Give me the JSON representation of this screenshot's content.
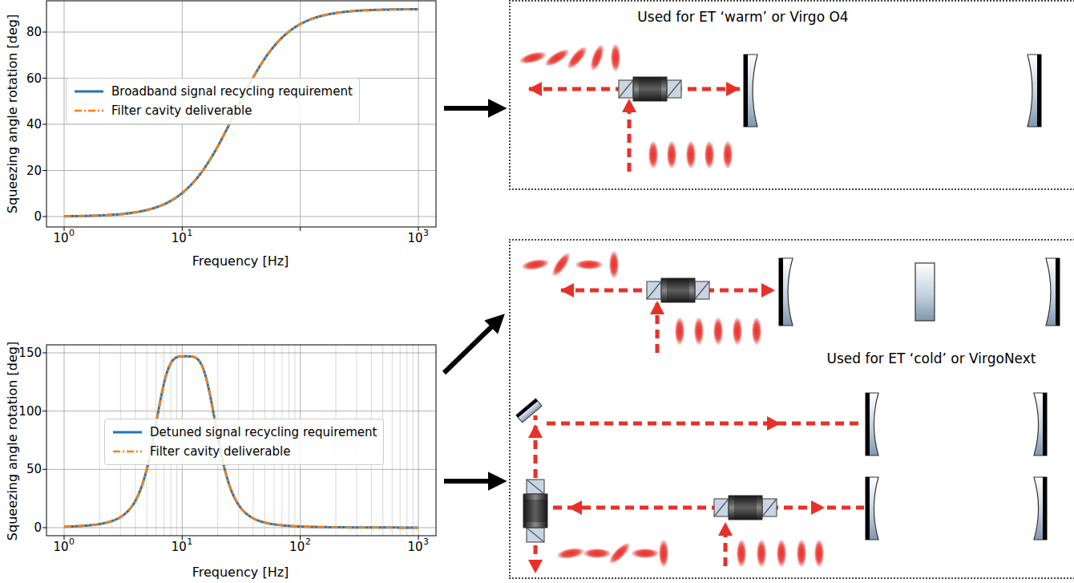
{
  "diagram": {
    "nodes": [
      {
        "text": [
          "Squeezing angle rotation [deg]",
          "Frequency [Hz]"
        ]
      },
      {
        "text": [
          "Squeezing angle rotation [deg]",
          "Frequency [Hz]"
        ]
      },
      {
        "text": [
          "Used for ET ‘warm’ or Virgo O4"
        ]
      },
      {
        "text": [
          "Used for ET ‘cold’ or VirgoNext"
        ]
      }
    ],
    "edges": [
      {
        "from": 0,
        "to": 2,
        "arrow": "to"
      },
      {
        "from": 1,
        "to": 3,
        "arrow": "to"
      },
      {
        "from": 1,
        "to": 3,
        "arrow": "to"
      }
    ],
    "labels": [
      "0",
      "20",
      "40",
      "60",
      "80",
      "10",
      "0",
      "10",
      "1",
      "10",
      "3",
      "0",
      "50",
      "100",
      "150",
      "10",
      "0",
      "10",
      "1",
      "10",
      "2",
      "10",
      "3"
    ],
    "legend": [
      {
        "text": "Broadband signal recycling requirement"
      },
      {
        "text": "Filter cavity deliverable"
      },
      {
        "text": "Detuned signal recycling requirement"
      },
      {
        "text": "Filter cavity deliverable"
      }
    ]
  }
}
